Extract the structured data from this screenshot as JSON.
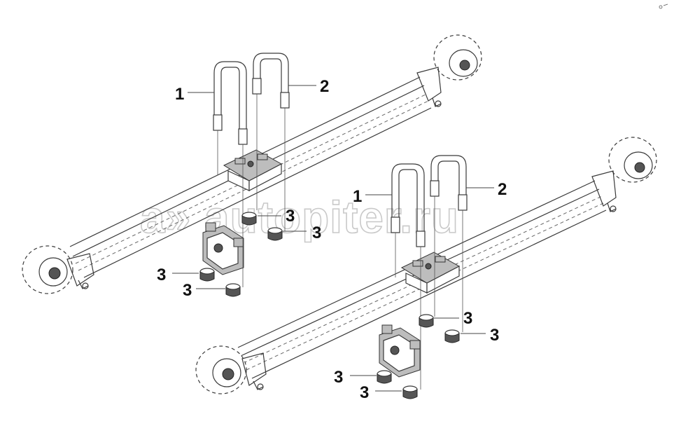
{
  "watermark": {
    "text": "a» autopiter.ru"
  },
  "callouts": {
    "top_ubolt_1": "1",
    "top_ubolt_2": "2",
    "top_nut_a": "3",
    "top_nut_b": "3",
    "top_nut_c": "3",
    "top_nut_d": "3",
    "bot_ubolt_1": "1",
    "bot_ubolt_2": "2",
    "bot_nut_a": "3",
    "bot_nut_b": "3",
    "bot_nut_c": "3",
    "bot_nut_d": "3"
  },
  "colors": {
    "line": "#3a3a3a",
    "part_fill": "#bdbdbd",
    "watermark": "#c9c9c9"
  }
}
